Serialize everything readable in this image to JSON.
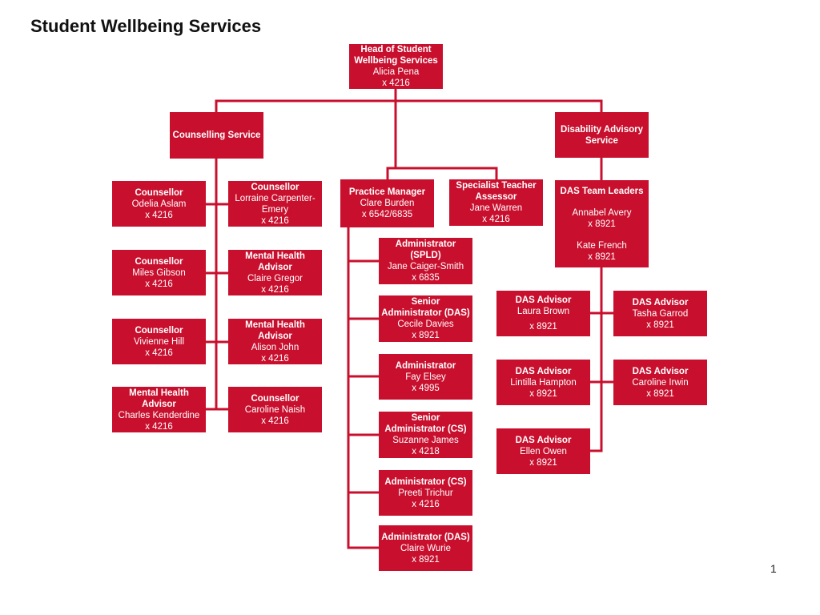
{
  "page": {
    "title": "Student Wellbeing Services",
    "page_number": "1",
    "accent_color": "#c8102e"
  },
  "org": {
    "head": {
      "title": "Head of Student Wellbeing Services",
      "name": "Alicia Pena",
      "ext": "x 4216"
    },
    "counselling_service": {
      "title": "Counselling Service"
    },
    "disability_advisory_service": {
      "title": "Disability Advisory Service"
    },
    "practice_manager": {
      "title": "Practice Manager",
      "name": "Clare Burden",
      "ext": "x 6542/6835"
    },
    "specialist_teacher_assessor": {
      "title": "Specialist Teacher Assessor",
      "name": "Jane Warren",
      "ext": "x 4216"
    },
    "das_team_leaders": {
      "title": "DAS Team Leaders",
      "name1": "Annabel Avery",
      "ext1": "x 8921",
      "name2": "Kate French",
      "ext2": "x 8921"
    },
    "counselling_left": [
      {
        "title": "Counsellor",
        "name": "Odelia Aslam",
        "ext": "x 4216"
      },
      {
        "title": "Counsellor",
        "name": "Miles Gibson",
        "ext": "x 4216"
      },
      {
        "title": "Counsellor",
        "name": "Vivienne Hill",
        "ext": "x 4216"
      },
      {
        "title": "Mental Health Advisor",
        "name": "Charles  Kenderdine",
        "ext": "x 4216"
      }
    ],
    "counselling_right": [
      {
        "title": "Counsellor",
        "name": "Lorraine Carpenter-Emery",
        "ext": "x 4216"
      },
      {
        "title": "Mental Health Advisor",
        "name": "Claire Gregor",
        "ext": "x 4216"
      },
      {
        "title": "Mental Health Advisor",
        "name": "Alison John",
        "ext": "x 4216"
      },
      {
        "title": "Counsellor",
        "name": "Caroline Naish",
        "ext": "x 4216"
      }
    ],
    "administrators": [
      {
        "title": "Administrator (SPLD)",
        "name": "Jane Caiger-Smith",
        "ext": "x 6835"
      },
      {
        "title": "Senior Administrator (DAS)",
        "name": "Cecile Davies",
        "ext": "x 8921"
      },
      {
        "title": "Administrator",
        "name": "Fay Elsey",
        "ext": "x 4995"
      },
      {
        "title": "Senior Administrator (CS)",
        "name": "Suzanne James",
        "ext": "x 4218"
      },
      {
        "title": "Administrator (CS)",
        "name": "Preeti  Trichur",
        "ext": "x 4216"
      },
      {
        "title": "Administrator (DAS)",
        "name": "Claire Wurie",
        "ext": "x 8921"
      }
    ],
    "das_left": [
      {
        "title": "DAS Advisor",
        "name": "Laura Brown",
        "ext": "x 8921"
      },
      {
        "title": "DAS Advisor",
        "name": "Lintilla Hampton",
        "ext": "x 8921"
      },
      {
        "title": "DAS Advisor",
        "name": "Ellen Owen",
        "ext": "x 8921"
      }
    ],
    "das_right": [
      {
        "title": "DAS Advisor",
        "name": "Tasha Garrod",
        "ext": "x 8921"
      },
      {
        "title": "DAS Advisor",
        "name": "Caroline Irwin",
        "ext": "x 8921"
      }
    ]
  }
}
